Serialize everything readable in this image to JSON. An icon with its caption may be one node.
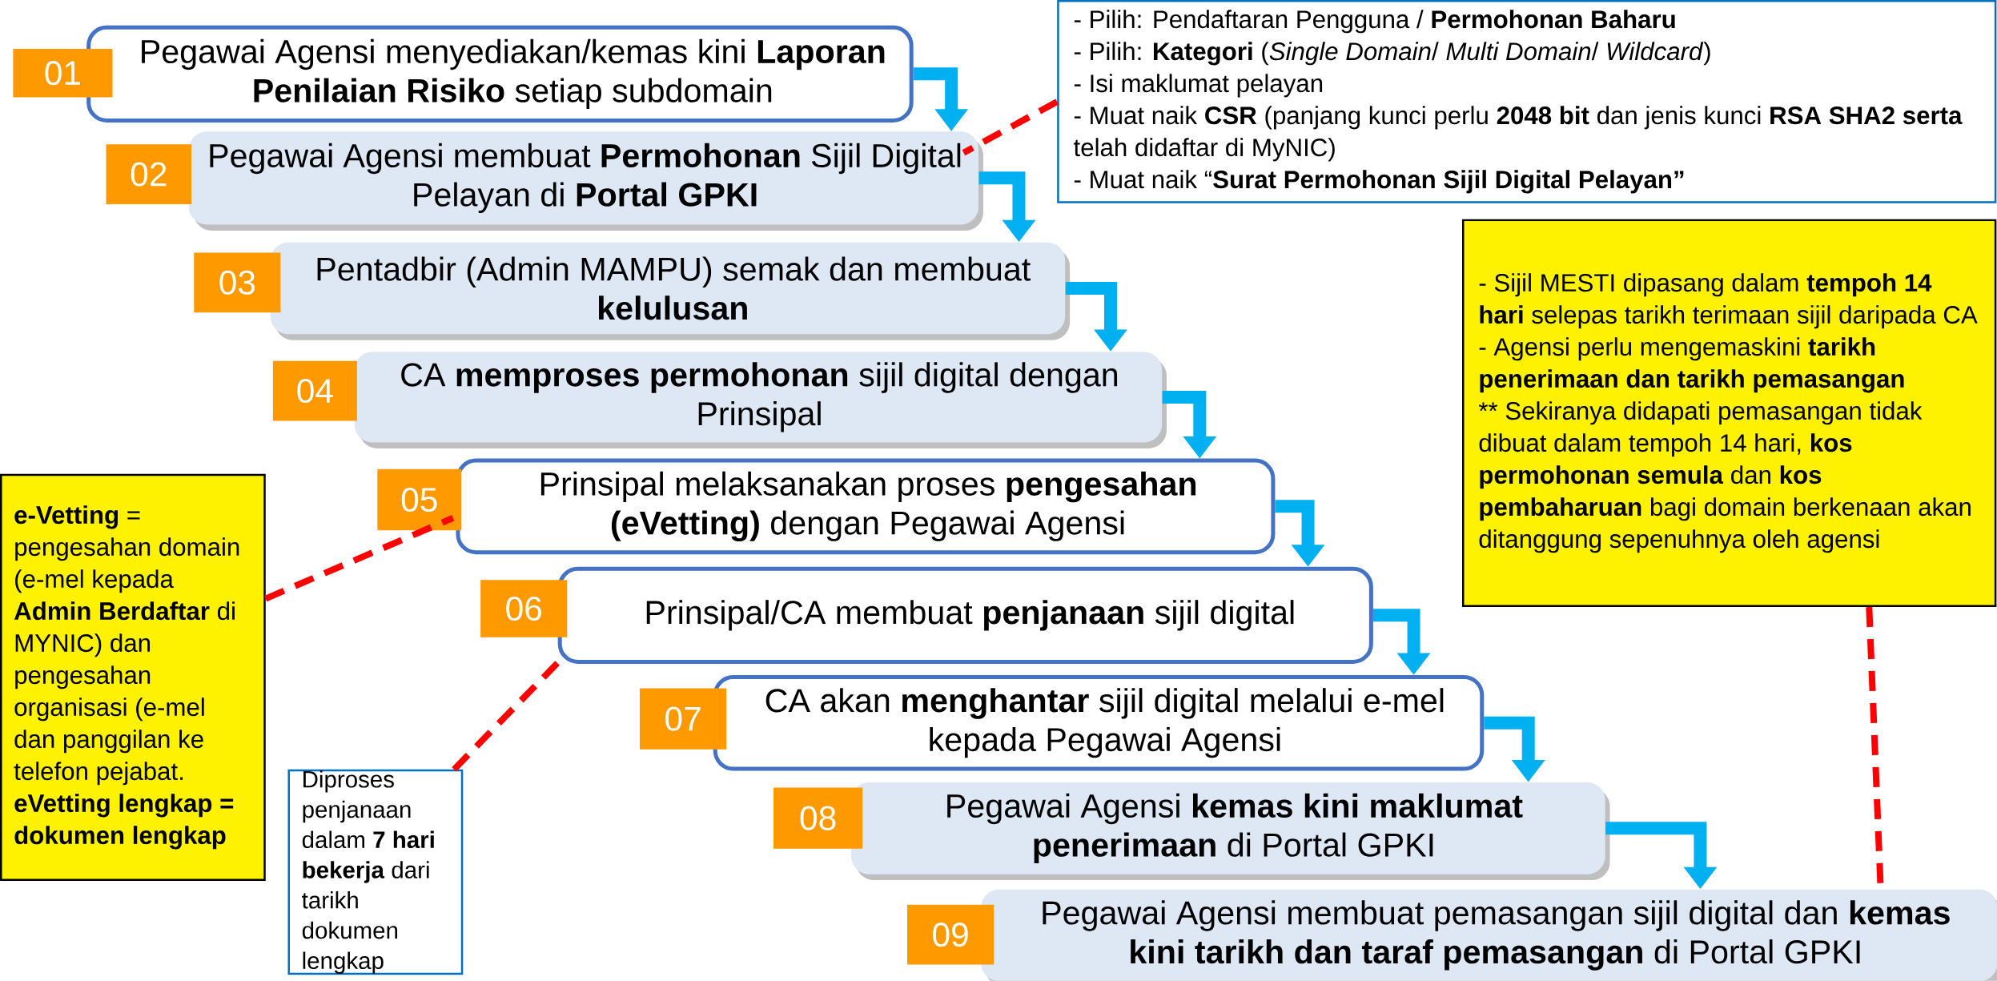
{
  "diagram": {
    "nodes": [
      {
        "text": [
          "01"
        ]
      },
      {
        "text": [
          "Pegawai Agensi menyediakan/kemas kini **Laporan Penilaian Risiko** setiap subdomain"
        ]
      },
      {
        "text": [
          "02"
        ]
      },
      {
        "text": [
          "Pegawai Agensi membuat **Permohonan** Sijil Digital Pelayan di **Portal GPKI**"
        ]
      },
      {
        "text": [
          "03"
        ]
      },
      {
        "text": [
          "Pentadbir (Admin MAMPU) semak dan membuat **kelulusan**"
        ]
      },
      {
        "text": [
          "04"
        ]
      },
      {
        "text": [
          "CA **memproses permohonan** sijil digital dengan Prinsipal"
        ]
      },
      {
        "text": [
          "05"
        ]
      },
      {
        "text": [
          "Prinsipal melaksanakan proses **pengesahan (eVetting)** dengan Pegawai Agensi"
        ]
      },
      {
        "text": [
          "06"
        ]
      },
      {
        "text": [
          "Prinsipal/CA membuat **penjanaan** sijil digital"
        ]
      },
      {
        "text": [
          "07"
        ]
      },
      {
        "text": [
          "CA akan **menghantar** sijil digital melalui e-mel kepada Pegawai Agensi"
        ]
      },
      {
        "text": [
          "08"
        ]
      },
      {
        "text": [
          "Pegawai Agensi **kemas kini maklumat penerimaan** di Portal GPKI"
        ]
      },
      {
        "text": [
          "09"
        ]
      },
      {
        "text": [
          "Pegawai Agensi membuat pemasangan sijil digital dan **kemas kini tarikh dan taraf pemasangan** di Portal GPKI"
        ]
      },
      {
        "text": [
          "- Pilih: Pendaftaran Pengguna / **Permohonan Baharu**",
          "- Pilih: **Kategori** (*Single Domain*/ *Multi Domain*/ *Wildcard*)",
          "- Isi maklumat pelayan",
          "- Muat naik **CSR** (panjang kunci perlu **2048 bit** dan jenis kunci **RSA SHA2 serta** telah didaftar di MyNIC)",
          "- Muat naik “**Surat Permohonan Sijil Digital Pelayan”**"
        ]
      },
      {
        "text": [
          "- Sijil MESTI dipasang dalam **tempoh 14 hari** selepas tarikh terimaan sijil daripada CA",
          "- Agensi perlu mengemaskini **tarikh penerimaan dan tarikh pemasangan**",
          "** Sekiranya didapati pemasangan tidak dibuat dalam tempoh 14 hari, **kos permohonan semula** dan **kos pembaharuan** bagi domain berkenaan akan ditanggung sepenuhnya oleh agensi"
        ]
      },
      {
        "text": [
          "**e-Vetting** = pengesahan domain (e-mel kepada **Admin Berdaftar** di MYNIC) dan pengesahan organisasi (e-mel dan panggilan ke telefon pejabat. **eVetting lengkap = dokumen lengkap**"
        ]
      },
      {
        "text": [
          "Diproses penjanaan dalam **7 hari bekerja** dari tarikh dokumen lengkap"
        ]
      }
    ],
    "edges": [
      {
        "from": 1,
        "to": 3,
        "arrow": "to"
      },
      {
        "from": 3,
        "to": 5,
        "arrow": "to"
      },
      {
        "from": 5,
        "to": 7,
        "arrow": "to"
      },
      {
        "from": 7,
        "to": 9,
        "arrow": "to"
      },
      {
        "from": 9,
        "to": 11,
        "arrow": "to"
      },
      {
        "from": 11,
        "to": 13,
        "arrow": "to"
      },
      {
        "from": 13,
        "to": 15,
        "arrow": "to"
      },
      {
        "from": 15,
        "to": 17,
        "arrow": "to"
      },
      {
        "from": 18,
        "to": 3,
        "arrow": "none",
        "style": "dashed",
        "color": "#ff0000"
      },
      {
        "from": 20,
        "to": 8,
        "arrow": "none",
        "style": "dashed",
        "color": "#ff0000"
      },
      {
        "from": 21,
        "to": 11,
        "arrow": "none",
        "style": "dashed",
        "color": "#ff0000"
      },
      {
        "from": 19,
        "to": 17,
        "arrow": "none",
        "style": "dashed",
        "color": "#ff0000"
      }
    ]
  }
}
